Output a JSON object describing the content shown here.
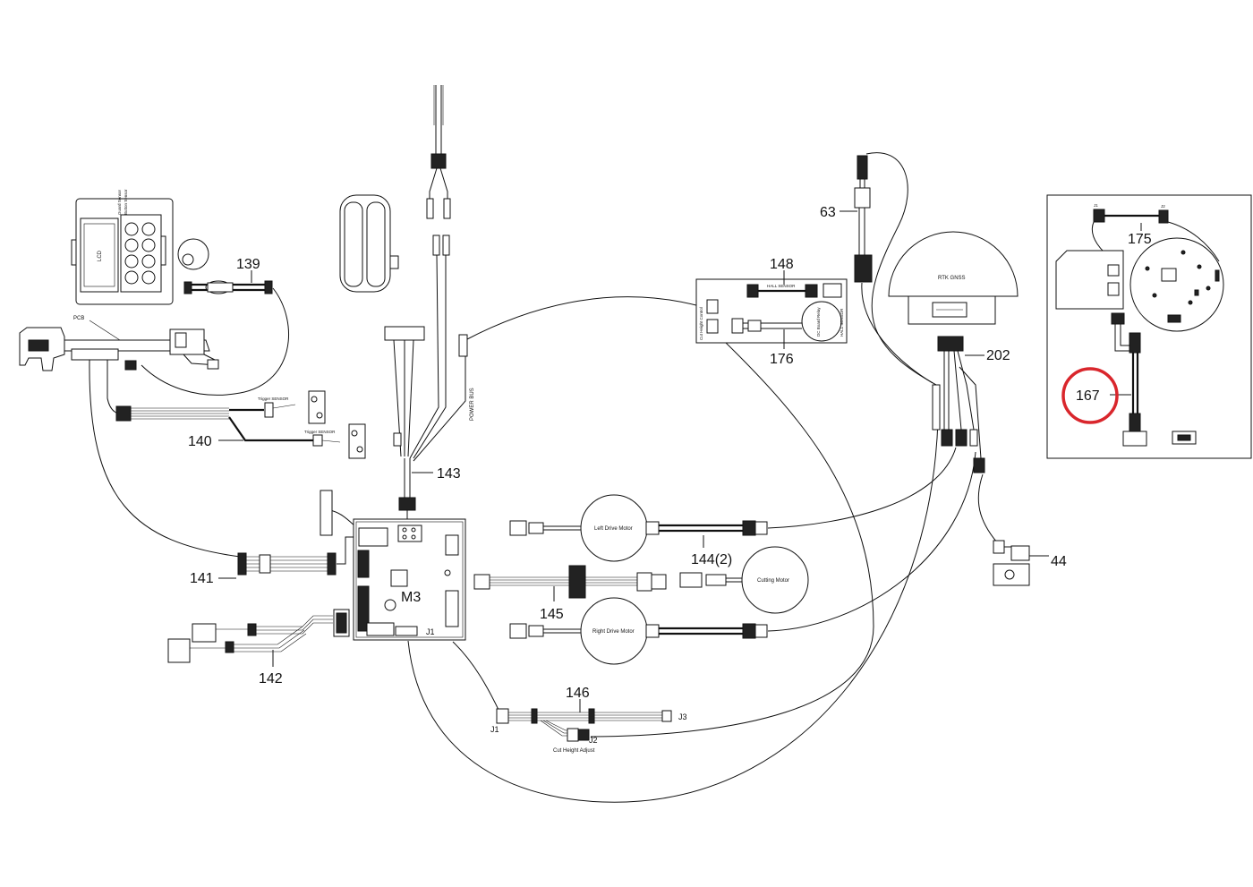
{
  "part_numbers": {
    "p139": "139",
    "p140": "140",
    "p141": "141",
    "p142": "142",
    "p143": "143",
    "p144": "144(2)",
    "p145": "145",
    "p146": "146",
    "p148": "148",
    "p176": "176",
    "p63": "63",
    "p202": "202",
    "p175": "175",
    "p167": "167",
    "p44": "44",
    "m3": "M3"
  },
  "labels": {
    "lcd": "LCD",
    "guard_sensor": "Guard Sensor",
    "button_sensor": "Button Sensor",
    "pcb": "PCB",
    "trigger_sensor_1": "Trigger SENSOR",
    "trigger_sensor_2": "Trigger SENSOR",
    "power_bus": "POWER BUS",
    "hall_sensor_top": "HALL SENSOR",
    "hall_sensor_side": "HALL SENSOR",
    "cut_height_control": "Cut Height Control",
    "dc_board_relay": "DC Board Relay",
    "rtk_gnss": "RTK GNSS",
    "left_drive_motor": "Left Drive Motor",
    "cutting_motor": "Cutting Motor",
    "right_drive_motor": "Right Drive Motor",
    "m3_j1": "J1",
    "c146_j1": "J1",
    "c146_j2": "J2",
    "c146_j3": "J3",
    "cut_height_adjust": "Cut Height Adjust",
    "c175_j1": "J1",
    "c175_j2": "J2"
  },
  "colors": {
    "highlight": "#d9262c",
    "line": "#111111"
  },
  "highlighted_part": "167"
}
